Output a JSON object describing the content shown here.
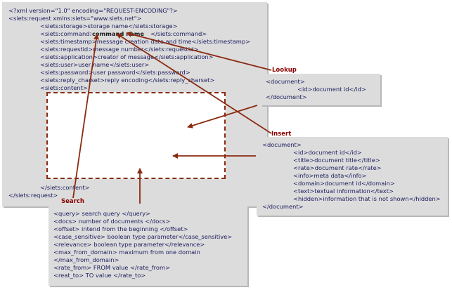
{
  "request": {
    "lines": [
      "<?xml version=\"1.0\" encoding=\"REQUEST-ENCODING\"?>",
      "<siets:request xmlns:siets=\"www.siets.net\">",
      "<siets:storage>storage name</siets:storage>",
      "<siets:command>",
      "</siets:command>",
      "<siets:timestamp>message creation date and time</siets:timestamp>",
      "<siets:requestid>message number</siets:requestid>",
      "<siets:application>creator of message</siets:application>",
      "<siets:user>user name</siets:user>",
      "<siets:password>user password</siets:password>",
      "<siets:reply_charset>reply encoding</siets:reply_charset>",
      "<siets:content>",
      "</siets:content>",
      "</siets:request>"
    ],
    "command_name": "command name"
  },
  "lookup": {
    "label": "Lookup",
    "lines": [
      "<document>",
      "<id>document id</id>",
      "</document>"
    ]
  },
  "insert": {
    "label": "Insert",
    "lines": [
      "<document>",
      "<id>document id</id>",
      "<title>document title</title>",
      "<rate>document rate</rate>",
      "<info>meta data</info>",
      "<domain>document id</domain>",
      "<text>textual information</text>",
      "<hidden>information that is not shown</hidden>",
      "</document>"
    ]
  },
  "search": {
    "label": "Search",
    "lines": [
      "<query> search query </query>",
      "<docs> number of documents </docs>",
      "<offset> intend from the beginning </offset>",
      "<case_sensitive> boolean type parameter</case_sensitive>",
      "<relevance> boolean type parameter</relevance>",
      "<max_from_domain> maximum from one domain",
      "</max_from_domain>",
      "<rate_from> FROM value </rate_from>",
      "<reat_to> TO value </rate_to>"
    ]
  },
  "colors": {
    "panel": "#dcdcdc",
    "text": "#1a1a5e",
    "label": "#8b0000",
    "arrow": "#8b2a10"
  }
}
